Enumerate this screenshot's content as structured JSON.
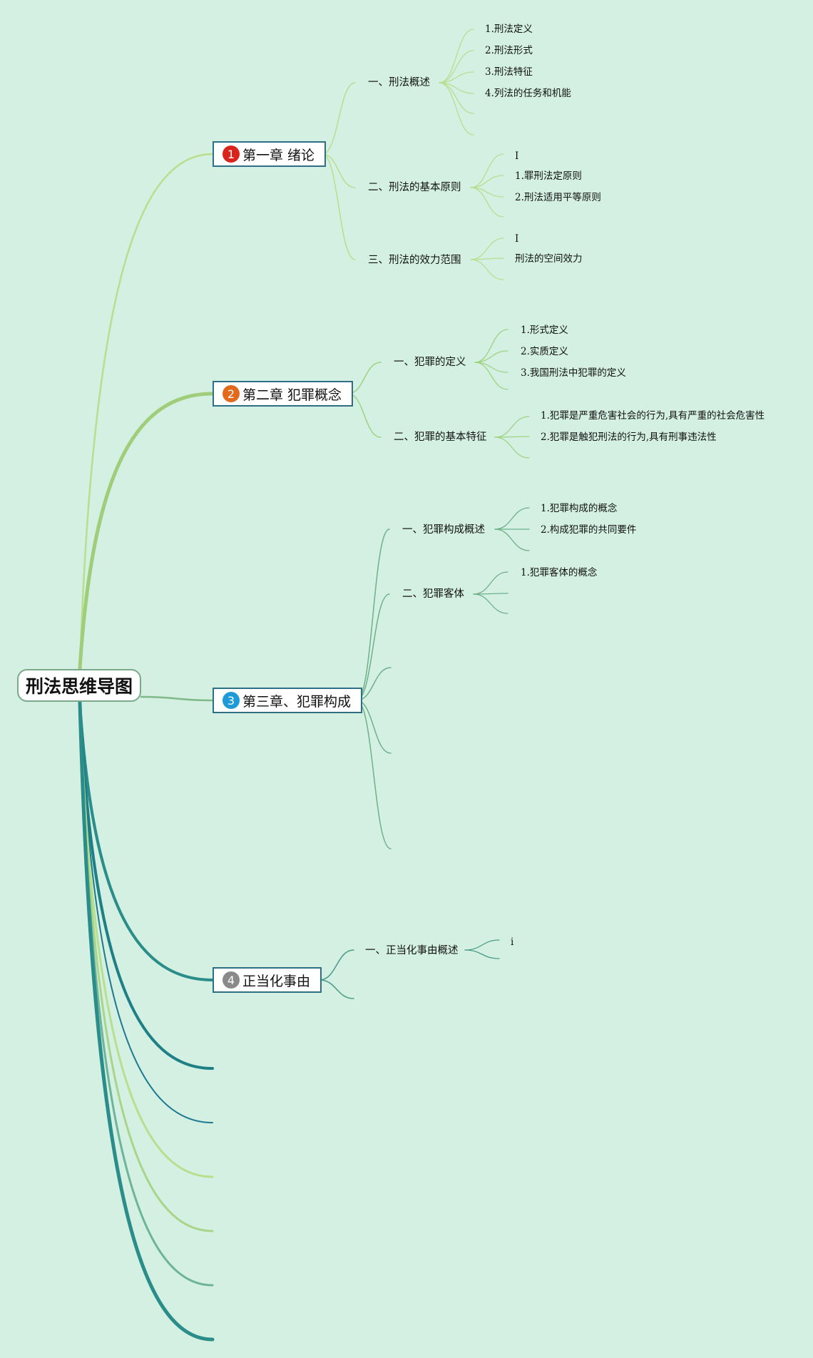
{
  "root": {
    "title": "刑法思维导图"
  },
  "colors": {
    "background": "#d3f0e2",
    "chapter_border": "#2e6f86",
    "badge_1": "#d9231b",
    "badge_2": "#e26a1c",
    "badge_3": "#1e9bd6",
    "badge_4": "#8a8a8a",
    "light_green": "#b7df8e",
    "green": "#a0cd79",
    "teal": "#2b8d8a"
  },
  "chapters": [
    {
      "number": "1",
      "title": "第一章 绪论",
      "sections": [
        {
          "title": "一、刑法概述",
          "items": [
            "1.刑法定义",
            "2.刑法形式",
            "3.刑法特征",
            "4.列法的任务和机能"
          ]
        },
        {
          "title": "二、刑法的基本原则",
          "items": [
            "I",
            "1.罪刑法定原则",
            "2.刑法适用平等原则"
          ]
        },
        {
          "title": "三、刑法的效力范围",
          "items": [
            "I",
            "刑法的空间效力"
          ]
        }
      ]
    },
    {
      "number": "2",
      "title": "第二章 犯罪概念",
      "sections": [
        {
          "title": "一、犯罪的定义",
          "items": [
            "1.形式定义",
            "2.实质定义",
            "3.我国刑法中犯罪的定义"
          ]
        },
        {
          "title": "二、犯罪的基本特征",
          "items": [
            "1.犯罪是严重危害社会的行为,具有严重的社会危害性",
            "2.犯罪是触犯刑法的行为,具有刑事违法性"
          ]
        }
      ]
    },
    {
      "number": "3",
      "title": "第三章、犯罪构成",
      "sections": [
        {
          "title": "一、犯罪构成概述",
          "items": [
            "1.犯罪构成的概念",
            "2.构成犯罪的共同要件"
          ]
        },
        {
          "title": "二、犯罪客体",
          "items": [
            "1.犯罪客体的概念"
          ]
        }
      ]
    },
    {
      "number": "4",
      "title": "正当化事由",
      "sections": [
        {
          "title": "一、正当化事由概述",
          "items": [
            "i"
          ]
        }
      ]
    }
  ]
}
